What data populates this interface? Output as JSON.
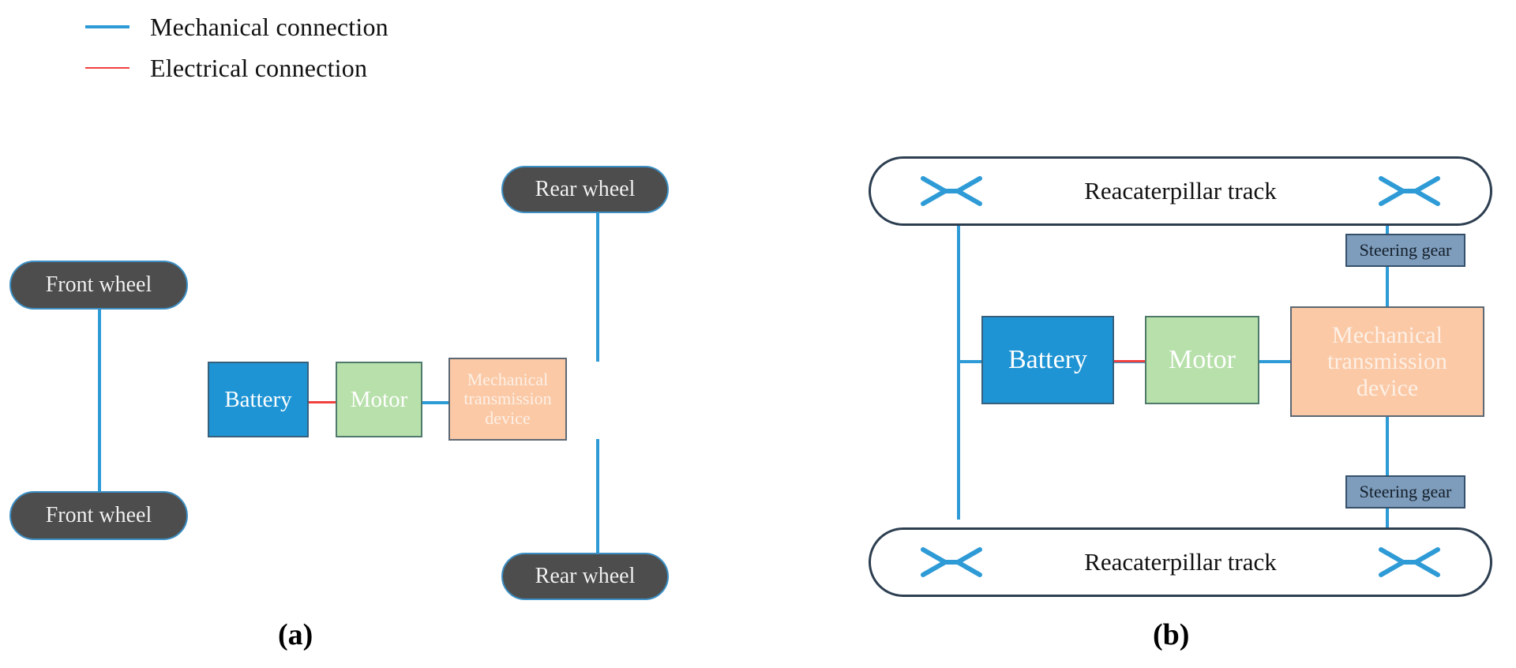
{
  "legend": {
    "items": [
      {
        "label": "Mechanical connection",
        "color": "#2e9bd6",
        "icon": "line-swatch-blue"
      },
      {
        "label": "Electrical connection",
        "color": "#f0413e",
        "icon": "line-swatch-red"
      }
    ]
  },
  "panel_a": {
    "caption": "(a)",
    "nodes": {
      "front_wheel_top": "Front wheel",
      "front_wheel_bottom": "Front wheel",
      "rear_wheel_top": "Rear wheel",
      "rear_wheel_bottom": "Rear wheel",
      "battery": "Battery",
      "motor": "Motor",
      "mechanical_transmission_device": "Mechanical transmission device"
    },
    "connections": [
      {
        "from": "front_wheel_top",
        "to": "front_wheel_bottom",
        "type": "mechanical"
      },
      {
        "from": "battery",
        "to": "motor",
        "type": "electrical"
      },
      {
        "from": "motor",
        "to": "mechanical_transmission_device",
        "type": "mechanical"
      },
      {
        "from": "mechanical_transmission_device",
        "to": "rear_wheel_top",
        "type": "mechanical"
      },
      {
        "from": "mechanical_transmission_device",
        "to": "rear_wheel_bottom",
        "type": "mechanical"
      }
    ]
  },
  "panel_b": {
    "caption": "(b)",
    "nodes": {
      "track_top": "Reacaterpillar track",
      "track_bottom": "Reacaterpillar track",
      "battery": "Battery",
      "motor": "Motor",
      "mechanical_transmission_device": "Mechanical transmission device",
      "steering_gear_top": "Steering gear",
      "steering_gear_bottom": "Steering gear"
    },
    "connections": [
      {
        "from": "battery",
        "to": "motor",
        "type": "electrical"
      },
      {
        "from": "motor",
        "to": "mechanical_transmission_device",
        "type": "mechanical"
      },
      {
        "from": "mechanical_transmission_device",
        "to": "track_top",
        "type": "mechanical"
      },
      {
        "from": "mechanical_transmission_device",
        "to": "track_bottom",
        "type": "mechanical"
      },
      {
        "from": "mechanical_transmission_device",
        "to": "steering_gear_top",
        "type": "mechanical"
      },
      {
        "from": "mechanical_transmission_device",
        "to": "steering_gear_bottom",
        "type": "mechanical"
      },
      {
        "from": "steering_gear_top",
        "to": "track_top",
        "type": "mechanical"
      },
      {
        "from": "steering_gear_bottom",
        "to": "track_bottom",
        "type": "mechanical"
      }
    ]
  },
  "colors": {
    "mechanical_line": "#2e9bd6",
    "electrical_line": "#f0413e",
    "battery_fill": "#1f94d4",
    "motor_fill": "#b8e0ab",
    "transmission_fill": "#fbc9a6",
    "steering_fill": "#7e9cbb",
    "wheel_fill": "#4d4d4d",
    "track_stroke": "#2c3e50"
  }
}
